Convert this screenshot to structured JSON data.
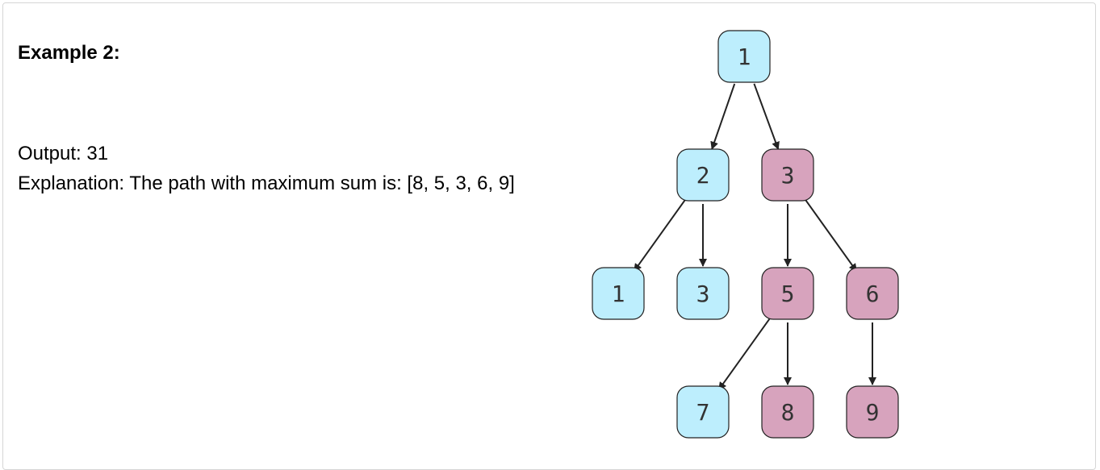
{
  "example": {
    "heading": "Example 2:",
    "output_label": "Output: 31",
    "explanation": "Explanation: The path with maximum sum is: [8, 5, 3, 6, 9]"
  },
  "colors": {
    "normal_node": "#bdeefd",
    "path_node": "#d7a3bd",
    "edge": "#222222"
  },
  "tree": {
    "nodes": [
      {
        "id": "n1",
        "label": "1",
        "on_path": false
      },
      {
        "id": "n2",
        "label": "2",
        "on_path": false
      },
      {
        "id": "n3",
        "label": "3",
        "on_path": true
      },
      {
        "id": "n4",
        "label": "1",
        "on_path": false
      },
      {
        "id": "n5",
        "label": "3",
        "on_path": false
      },
      {
        "id": "n6",
        "label": "5",
        "on_path": true
      },
      {
        "id": "n7",
        "label": "6",
        "on_path": true
      },
      {
        "id": "n8",
        "label": "7",
        "on_path": false
      },
      {
        "id": "n9",
        "label": "8",
        "on_path": true
      },
      {
        "id": "n10",
        "label": "9",
        "on_path": true
      }
    ],
    "edges": [
      {
        "from": "n1",
        "to": "n2"
      },
      {
        "from": "n1",
        "to": "n3"
      },
      {
        "from": "n2",
        "to": "n4"
      },
      {
        "from": "n2",
        "to": "n5"
      },
      {
        "from": "n3",
        "to": "n6"
      },
      {
        "from": "n3",
        "to": "n7"
      },
      {
        "from": "n6",
        "to": "n8"
      },
      {
        "from": "n6",
        "to": "n9"
      },
      {
        "from": "n7",
        "to": "n10"
      }
    ]
  }
}
